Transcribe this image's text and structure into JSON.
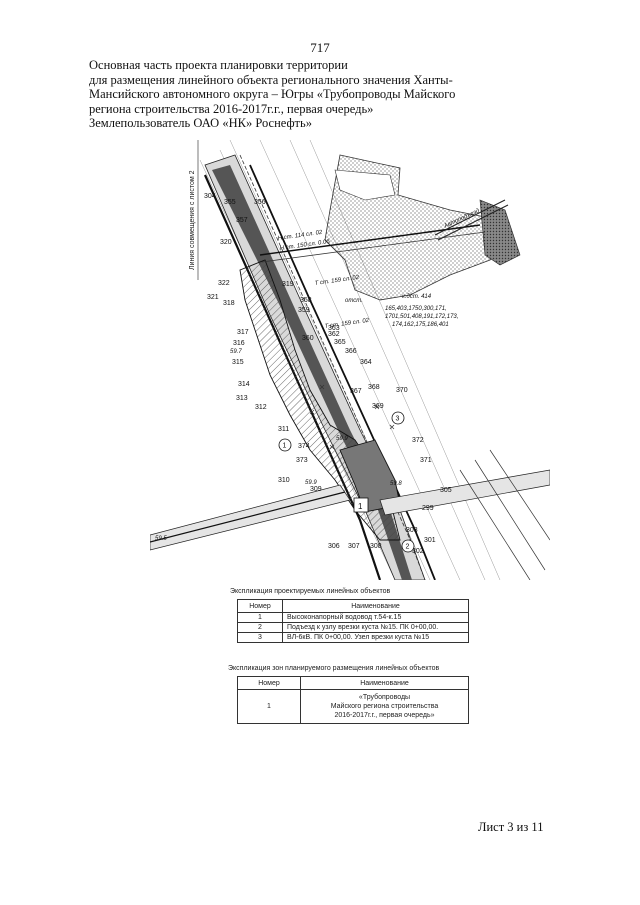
{
  "page_number": "717",
  "header_lines": [
    "Основная часть проекта планировки территории",
    "для размещения линейного объекта регионального значения Ханты-",
    "Мансийского автономного округа – Югры «Трубопроводы Майского",
    "региона строительства 2016-2017г.г., первая очередь»",
    "Землепользователь ОАО «НК» Роснефть»"
  ],
  "map": {
    "side_label": "Линия совмещения с листом 2",
    "point_labels": [
      "304",
      "355",
      "356",
      "357",
      "320",
      "319",
      "322",
      "321",
      "318",
      "317",
      "316",
      "315",
      "314",
      "313",
      "312",
      "311",
      "310",
      "309",
      "308",
      "307",
      "306",
      "303",
      "302",
      "301",
      "299",
      "305",
      "371",
      "372",
      "370",
      "369",
      "368",
      "367",
      "366",
      "365",
      "364",
      "363",
      "362",
      "360",
      "359",
      "358",
      "374",
      "373"
    ],
    "circle_labels": [
      "1",
      "2",
      "3"
    ],
    "zone_label": "1",
    "annotations": {
      "pipe_a": "Н.ст. 114 сл. 02",
      "pipe_b": "Н.ст. 150 сл. 0.0б",
      "pipe_c": "Т ст. 159 сл. 02",
      "pipe_d": "Т ст. 159 сл. 02",
      "pad": "отст.",
      "well": "к.дст. 414",
      "wells_list_1": "165,403,1750,300,171,",
      "wells_list_2": "1701,501,408,191,172,173,",
      "wells_list_3": "174,162,175,186,401",
      "road": "Автоподъезд",
      "elev_1": "59.7",
      "elev_2": "59.9",
      "elev_3": "59.9",
      "elev_4": "59.5",
      "elev_5": "59.8"
    }
  },
  "table1": {
    "caption": "Экспликация проектируемых линейных объектов",
    "headers": [
      "Номер",
      "Наименование"
    ],
    "rows": [
      [
        "1",
        "Высоконапорный водовод т.54-к.15"
      ],
      [
        "2",
        "Подъезд к узлу врезки куста №15. ПК 0+00,00."
      ],
      [
        "3",
        "ВЛ-6кВ. ПК 0+00,00. Узел врезки куста №15"
      ]
    ]
  },
  "table2": {
    "caption": "Экспликация зон планируемого размещения линейных объектов",
    "headers": [
      "Номер",
      "Наименование"
    ],
    "rows": [
      [
        "1",
        [
          "«Трубопроводы",
          "Майского региона строительства",
          "2016-2017г.г., первая очередь»"
        ]
      ]
    ]
  },
  "footer": "Лист 3 из 11"
}
